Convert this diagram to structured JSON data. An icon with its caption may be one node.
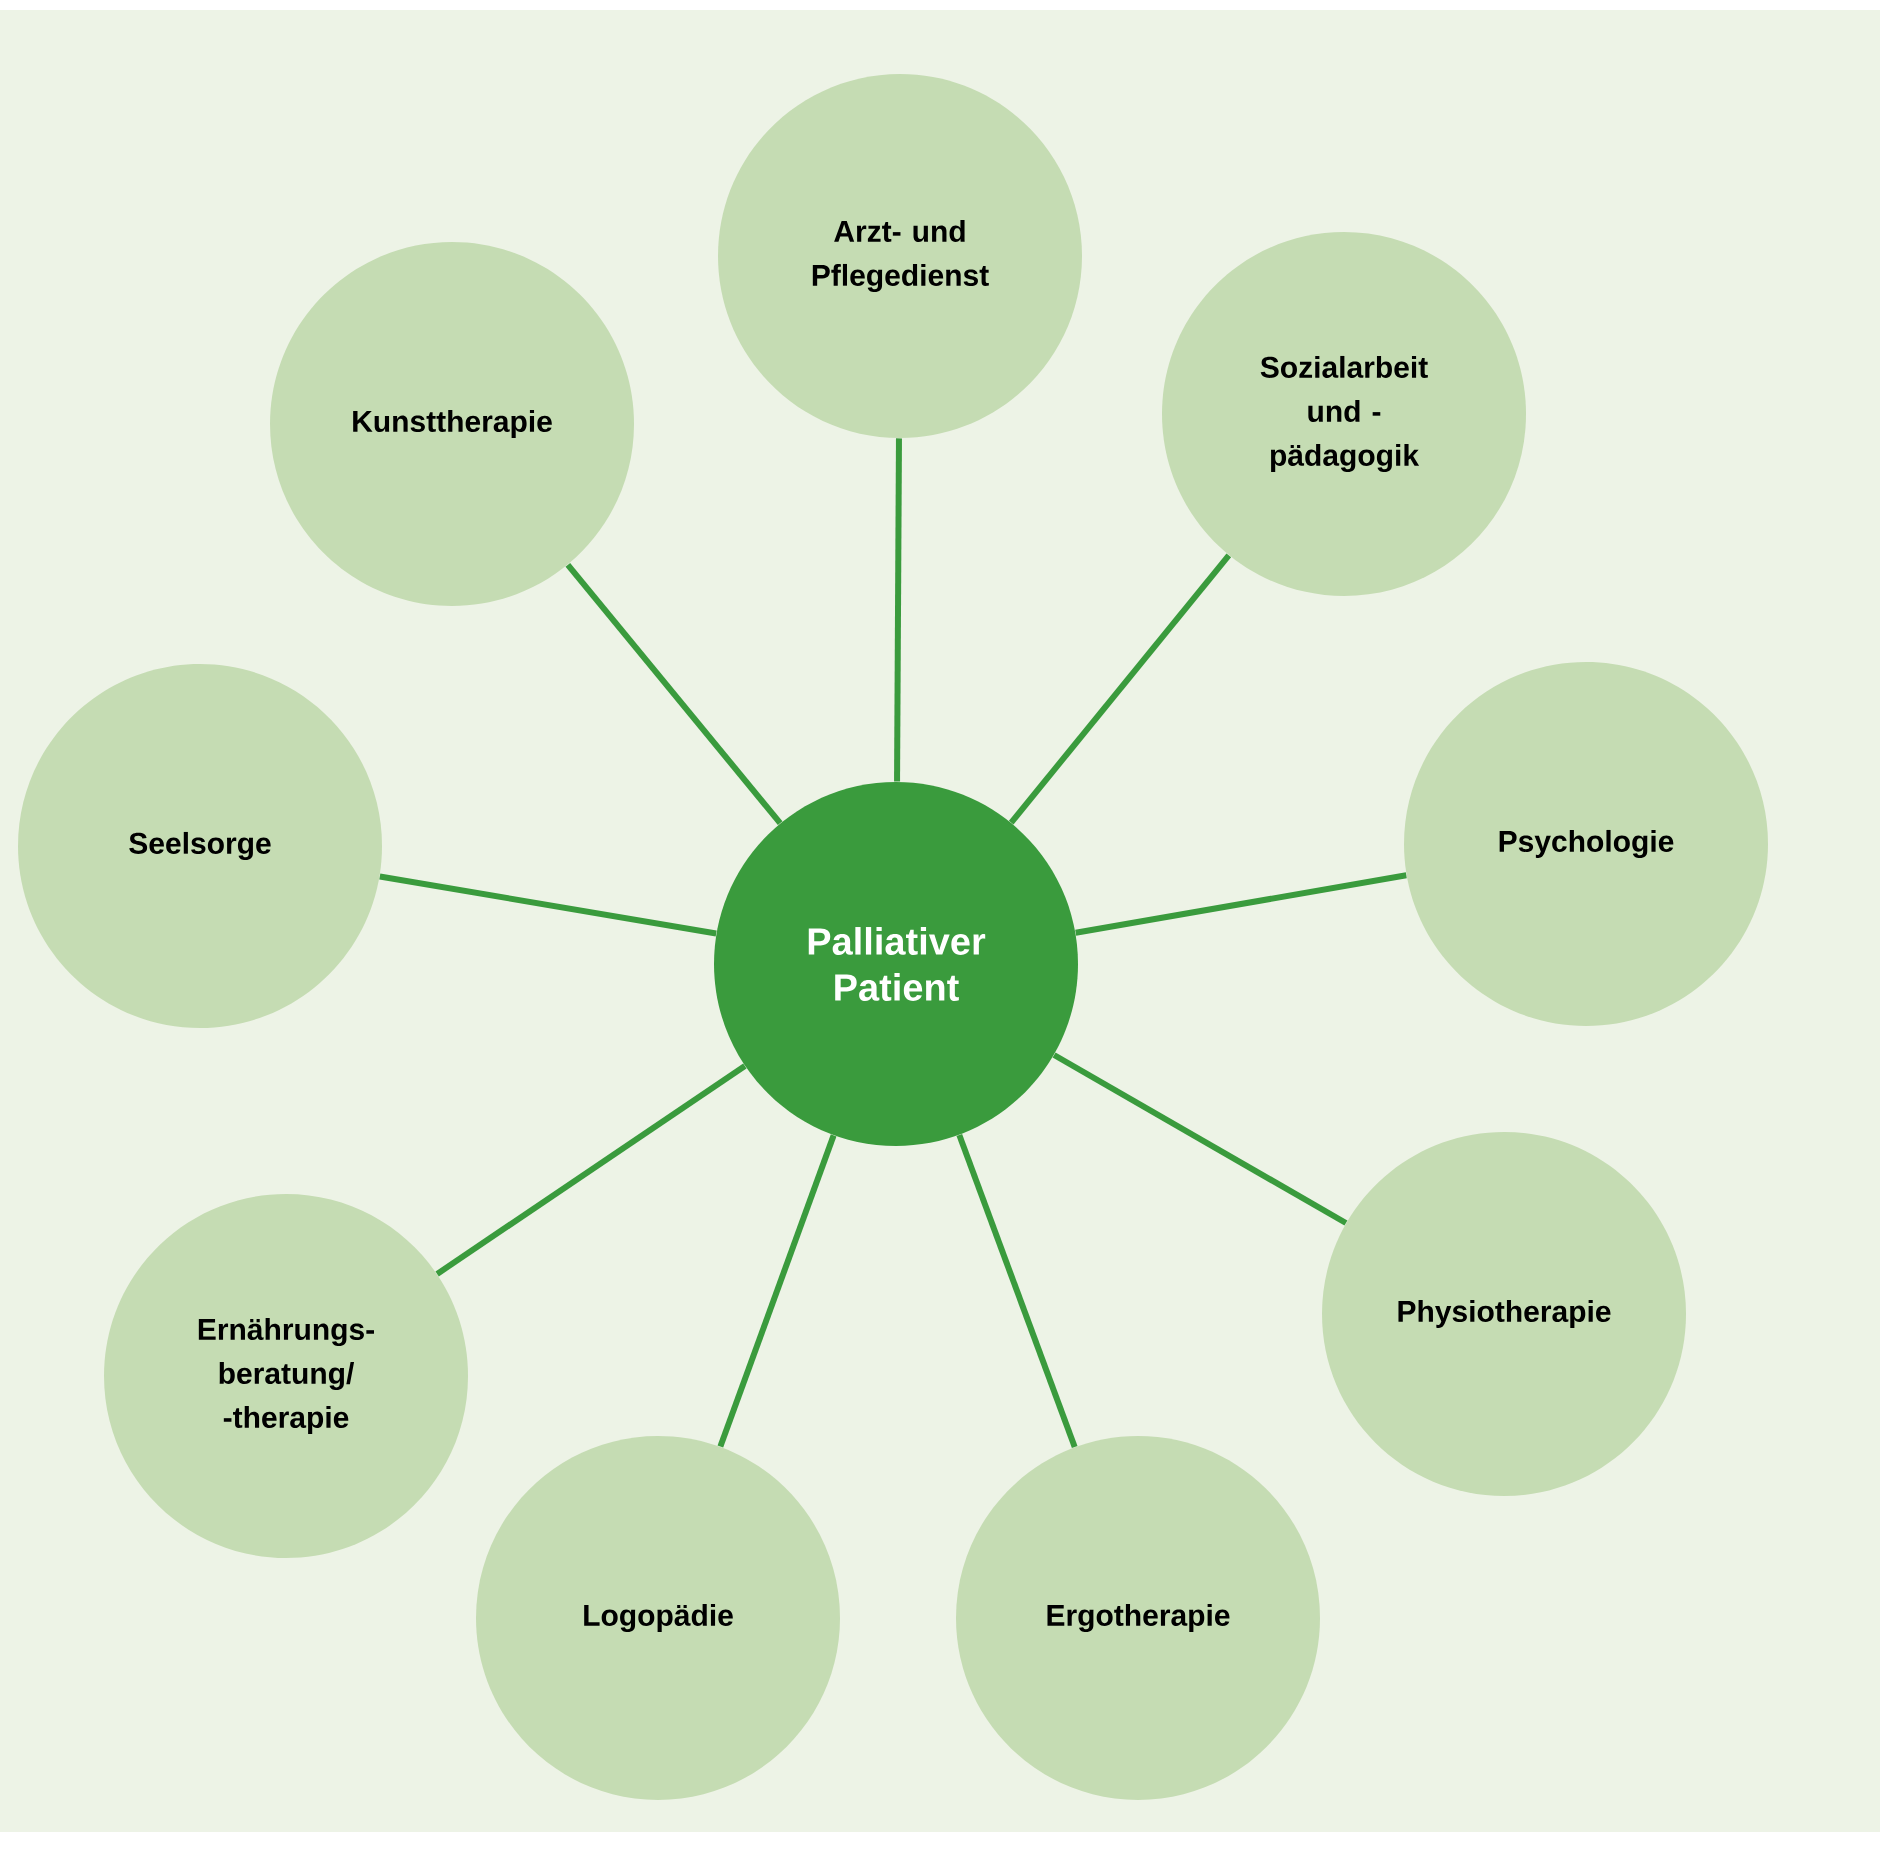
{
  "diagram": {
    "nodes": [
      {
        "text": [
          "Palliativer Patient"
        ]
      },
      {
        "text": [
          "Arzt- und Pflegedienst"
        ]
      },
      {
        "text": [
          "Sozialarbeit und -pädagogik"
        ]
      },
      {
        "text": [
          "Psychologie"
        ]
      },
      {
        "text": [
          "Physiotherapie"
        ]
      },
      {
        "text": [
          "Ergotherapie"
        ]
      },
      {
        "text": [
          "Logopädie"
        ]
      },
      {
        "text": [
          "Ernährungs- beratung/ -therapie"
        ]
      },
      {
        "text": [
          "Seelsorge"
        ]
      },
      {
        "text": [
          "Kunsttherapie"
        ]
      }
    ],
    "edges": [
      {
        "from": 0,
        "to": 1,
        "arrow": "none"
      },
      {
        "from": 0,
        "to": 2,
        "arrow": "none"
      },
      {
        "from": 0,
        "to": 3,
        "arrow": "none"
      },
      {
        "from": 0,
        "to": 4,
        "arrow": "none"
      },
      {
        "from": 0,
        "to": 5,
        "arrow": "none"
      },
      {
        "from": 0,
        "to": 6,
        "arrow": "none"
      },
      {
        "from": 0,
        "to": 7,
        "arrow": "none"
      },
      {
        "from": 0,
        "to": 8,
        "arrow": "none"
      },
      {
        "from": 0,
        "to": 9,
        "arrow": "none"
      }
    ]
  }
}
